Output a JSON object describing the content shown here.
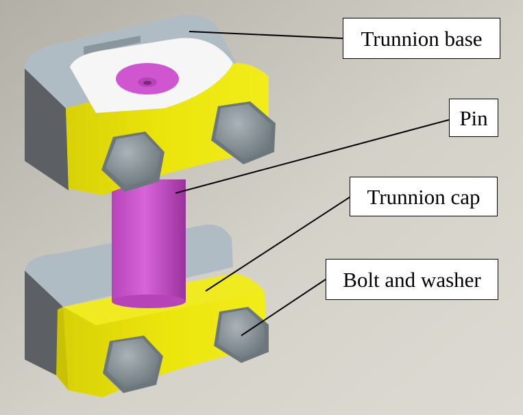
{
  "labels": {
    "trunnion_base": "Trunnion base",
    "pin": "Pin",
    "trunnion_cap": "Trunnion cap",
    "bolt_and_washer": "Bolt and washer"
  },
  "colors": {
    "background_light": "#d4d2c8",
    "background_dark": "#b2b0a6",
    "base_top": "#b0bcc4",
    "base_side_dark": "#5c6064",
    "cap_yellow": "#e9e20a",
    "cap_yellow_shade": "#c8c104",
    "pin_magenta": "#cf56d0",
    "pin_magenta_dark": "#9a329c",
    "bolt_gray": "#7e8a90",
    "bolt_gray_light": "#a9b3b8",
    "plate_white": "#f6f6f6"
  }
}
